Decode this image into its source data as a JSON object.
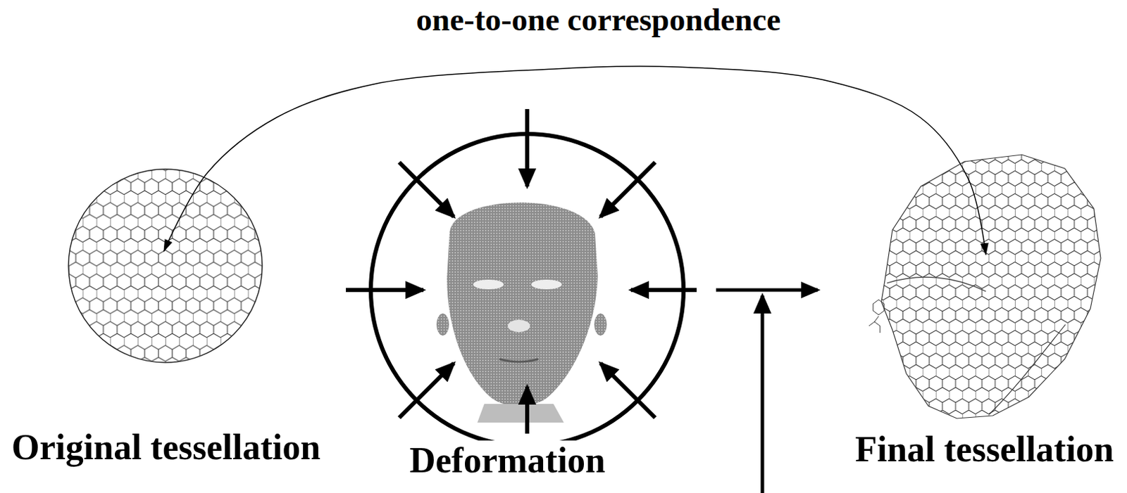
{
  "diagram": {
    "nodes": [
      {
        "text": [
          "Original tessellation"
        ]
      },
      {
        "text": [
          "Deformation"
        ]
      },
      {
        "text": [
          "Final tessellation"
        ]
      }
    ],
    "edges": [
      {
        "from": 0,
        "to": 2,
        "label": "one-to-one correspondence",
        "arrow": "both"
      },
      {
        "from": 1,
        "to": 2,
        "arrow": "to"
      }
    ]
  }
}
